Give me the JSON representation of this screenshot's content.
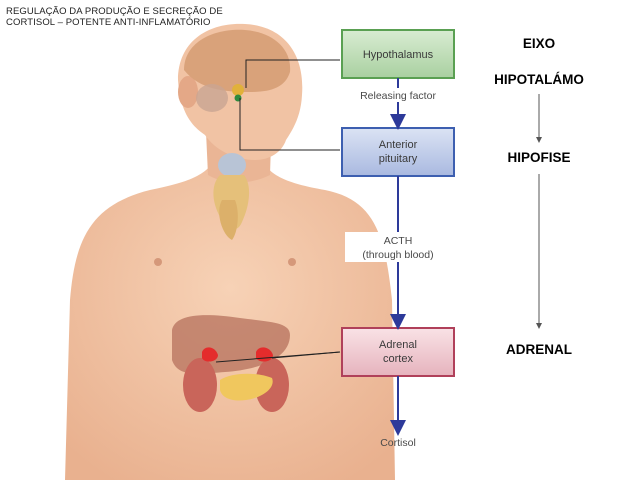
{
  "title": {
    "line1": "REGULAÇÃO DA PRODUÇÃO E SECREÇÃO DE",
    "line2": "CORTISOL – POTENTE ANTI-INFLAMATÓRIO"
  },
  "side_labels": {
    "eixo": "EIXO",
    "hipotalamo": "HIPOTALÁMO",
    "hipofise": "HIPOFISE",
    "adrenal": "ADRENAL"
  },
  "boxes": {
    "hypothalamus": "Hypothalamus",
    "pituitary_line1": "Anterior",
    "pituitary_line2": "pituitary",
    "adrenal_line1": "Adrenal",
    "adrenal_line2": "cortex"
  },
  "flow_labels": {
    "releasing_factor": "Releasing factor",
    "acth_line1": "ACTH",
    "acth_line2": "(through blood)",
    "cortisol": "Cortisol"
  },
  "colors": {
    "hypothalamus_box": "#c9e3c3",
    "pituitary_box": "#c6d2ec",
    "adrenal_box": "#f2d2d8",
    "arrow": "#2d3a9a",
    "skin": "#f3c6a8"
  }
}
